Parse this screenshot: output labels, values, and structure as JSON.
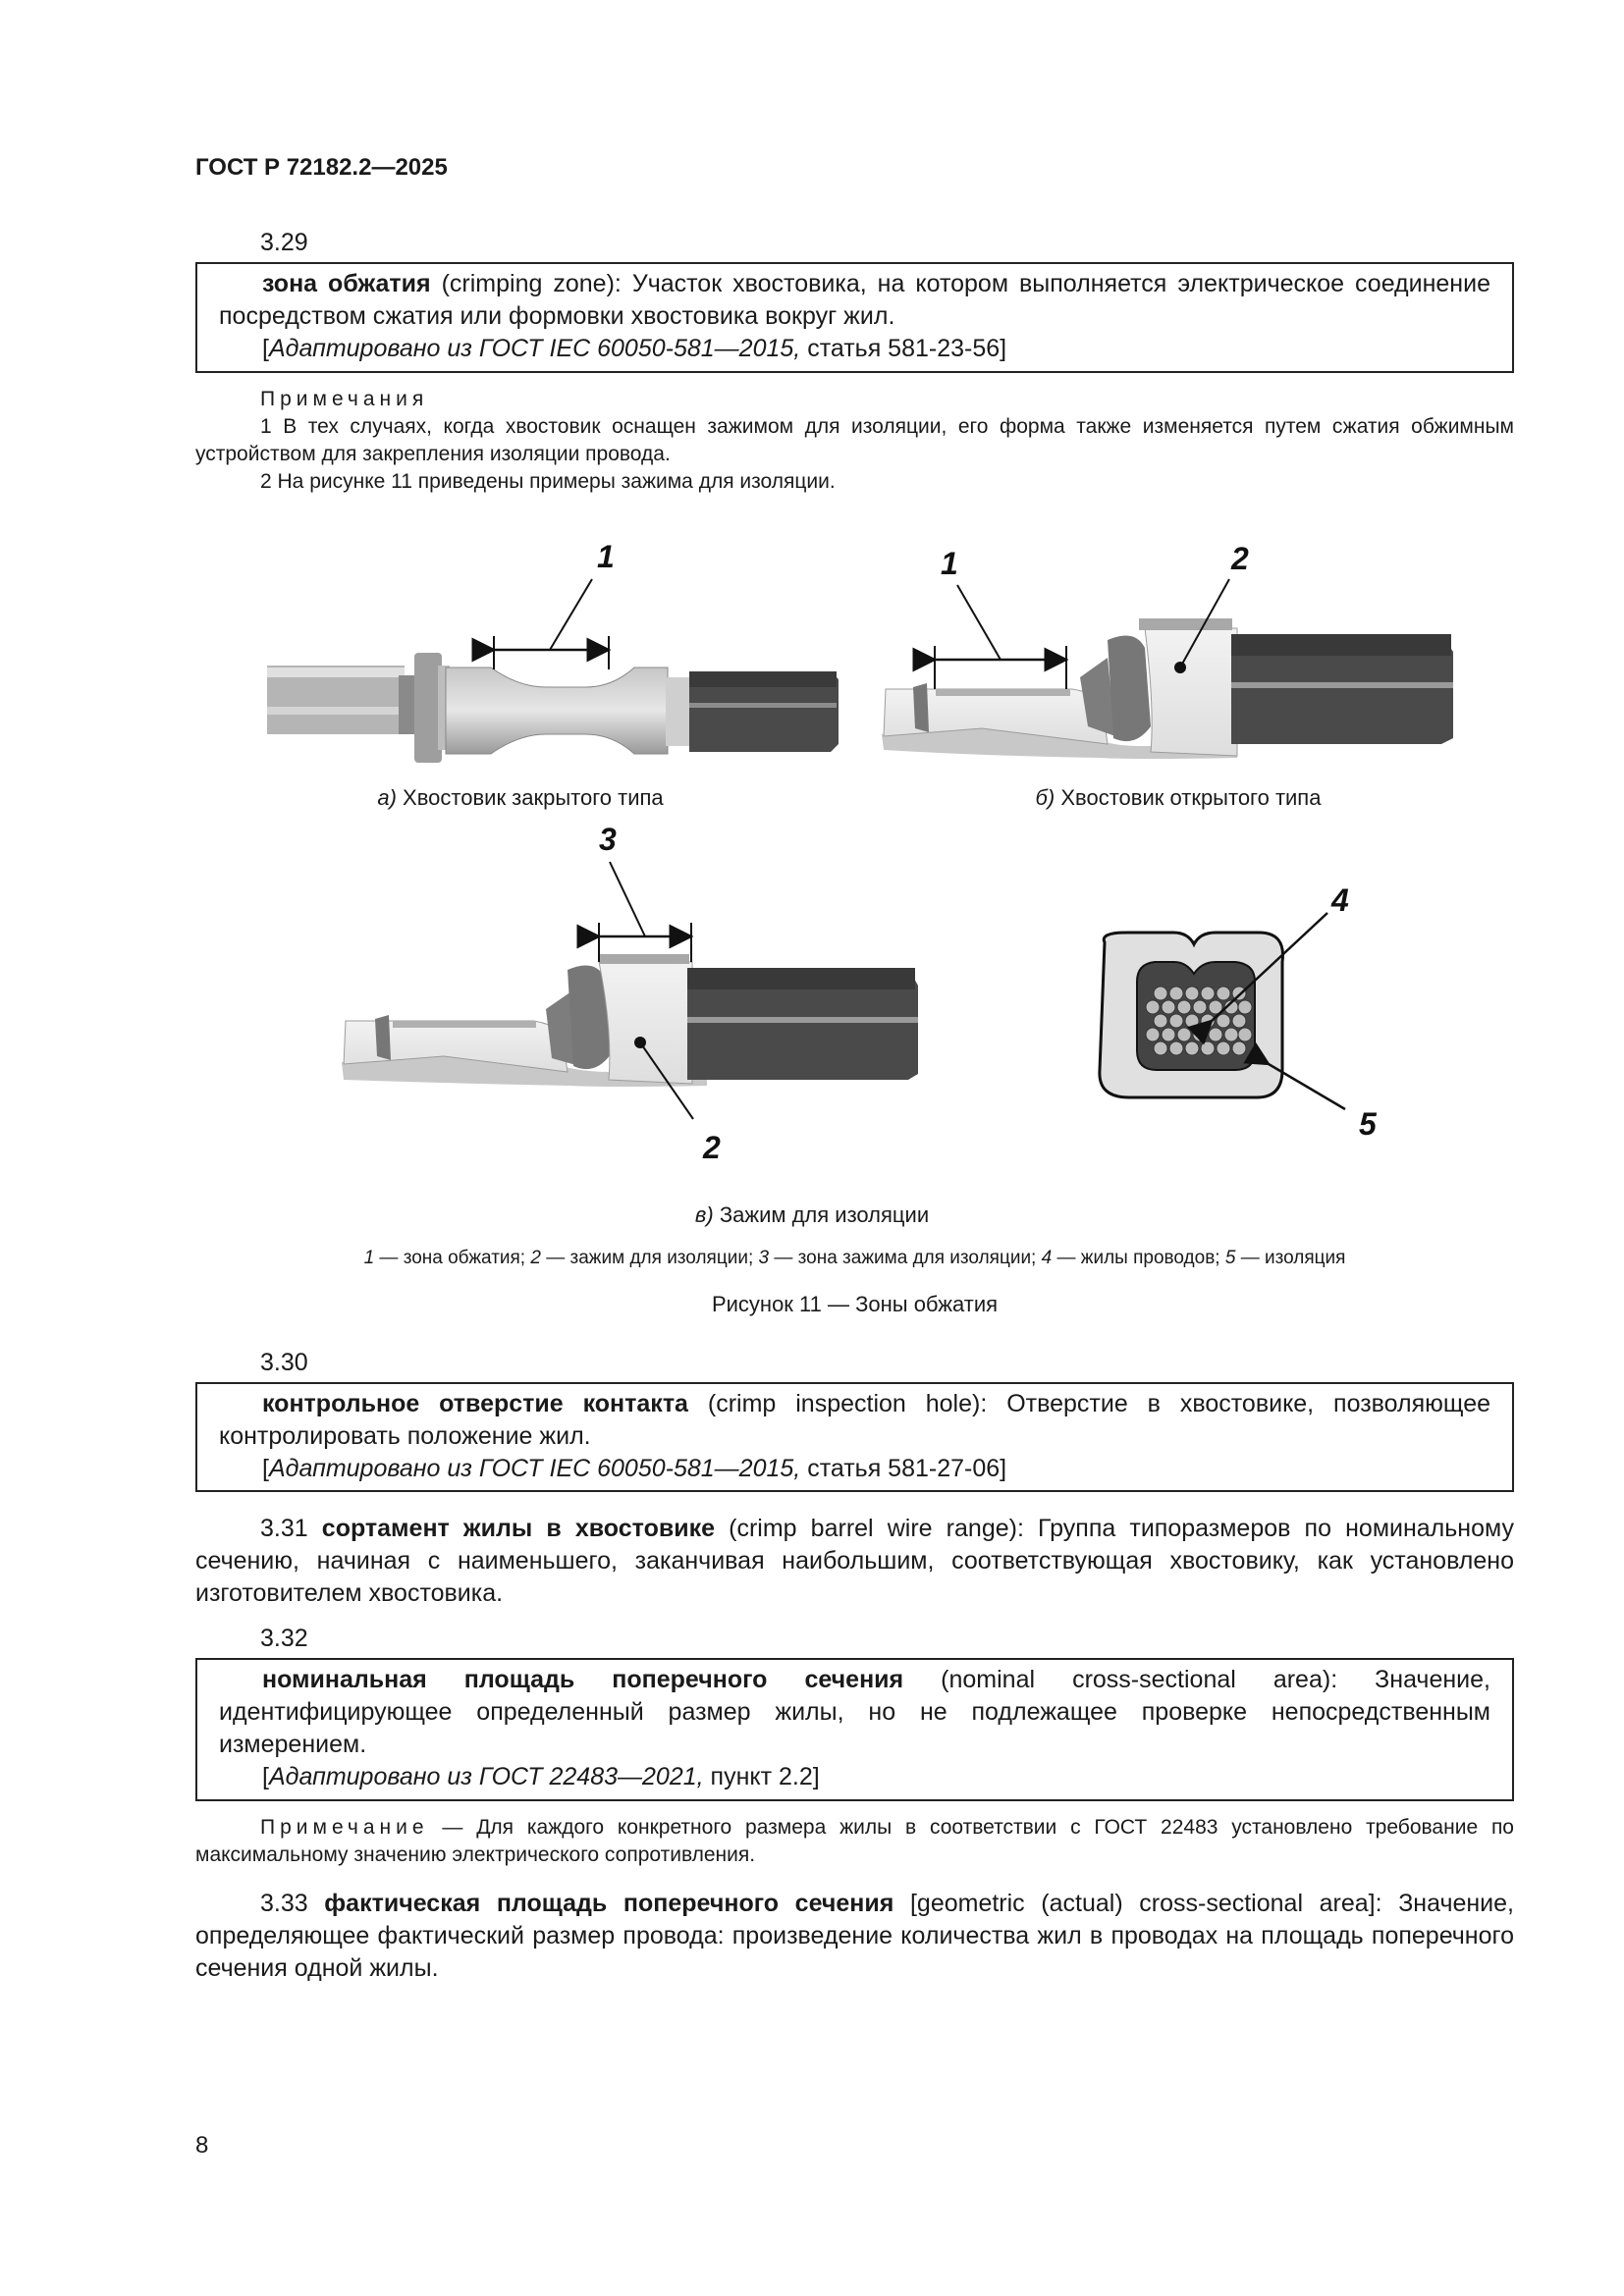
{
  "header": {
    "title": "ГОСТ Р 72182.2—2025"
  },
  "s329": {
    "num": "3.29",
    "term": "зона обжатия",
    "en": "(crimping zone):",
    "def": "Участок хвостовика, на котором выполняется электрическое соединение посредством сжатия или формовки хвостовика вокруг жил.",
    "ref_italic": "Адаптировано из ГОСТ IEC 60050-581—2015,",
    "ref_rest": "статья 581-23-56]",
    "ref_open": "["
  },
  "notes329": {
    "title": "Примечания",
    "n1": "1 В тех случаях, когда хвостовик оснащен зажимом для изоляции, его форма также изменяется путем сжатия обжимным устройством для закрепления изоляции провода.",
    "n2": "2 На рисунке 11 приведены примеры зажима для изоляции."
  },
  "figure": {
    "a_letter": "а)",
    "a_text": "Хвостовик закрытого типа",
    "b_letter": "б)",
    "b_text": "Хвостовик открытого типа",
    "v_letter": "в)",
    "v_text": "Зажим для изоляции",
    "callouts": {
      "c1": "1",
      "c2": "2",
      "c3": "3",
      "c4": "4",
      "c5": "5"
    },
    "legend": [
      {
        "n": "1",
        "t": "— зона обжатия;"
      },
      {
        "n": "2",
        "t": "— зажим для изоляции;"
      },
      {
        "n": "3",
        "t": "— зона зажима для изоляции;"
      },
      {
        "n": "4",
        "t": "— жилы проводов;"
      },
      {
        "n": "5",
        "t": "— изоляция"
      }
    ],
    "title": "Рисунок 11 — Зоны обжатия"
  },
  "s330": {
    "num": "3.30",
    "term": "контрольное отверстие контакта",
    "en": "(crimp inspection hole):",
    "def": "Отверстие в хвостовике, позволяющее контролировать положение жил.",
    "ref_open": "[",
    "ref_italic": "Адаптировано из ГОСТ IEC 60050-581—2015,",
    "ref_rest": "статья 581-27-06]"
  },
  "s331": {
    "num": "3.31",
    "term": "сортамент жилы в хвостовике",
    "en": "(crimp barrel wire range):",
    "def": "Группа типоразмеров по номинальному сечению, начиная с наименьшего, заканчивая наибольшим, соответствующая хвостовику, как установлено изготовителем хвостовика."
  },
  "s332": {
    "num": "3.32",
    "term": "номинальная площадь поперечного сечения",
    "en": "(nominal cross-sectional area):",
    "def": "Значение, идентифицирующее определенный размер жилы, но не подлежащее проверке непосредственным измерением.",
    "ref_open": "[",
    "ref_italic": "Адаптировано из ГОСТ 22483—2021,",
    "ref_rest": "пункт 2.2]"
  },
  "note332": {
    "title": "Примечание",
    "text": "— Для каждого конкретного размера жилы в соответствии с ГОСТ 22483 установлено требование по максимальному значению электрического сопротивления."
  },
  "s333": {
    "num": "3.33",
    "term": "фактическая площадь поперечного сечения",
    "en": "[geometric (actual) cross-sectional area]:",
    "def": "Значение, определяющее фактический размер провода: произведение количества жил в проводах на площадь поперечного сечения одной жилы."
  },
  "page": {
    "number": "8"
  }
}
